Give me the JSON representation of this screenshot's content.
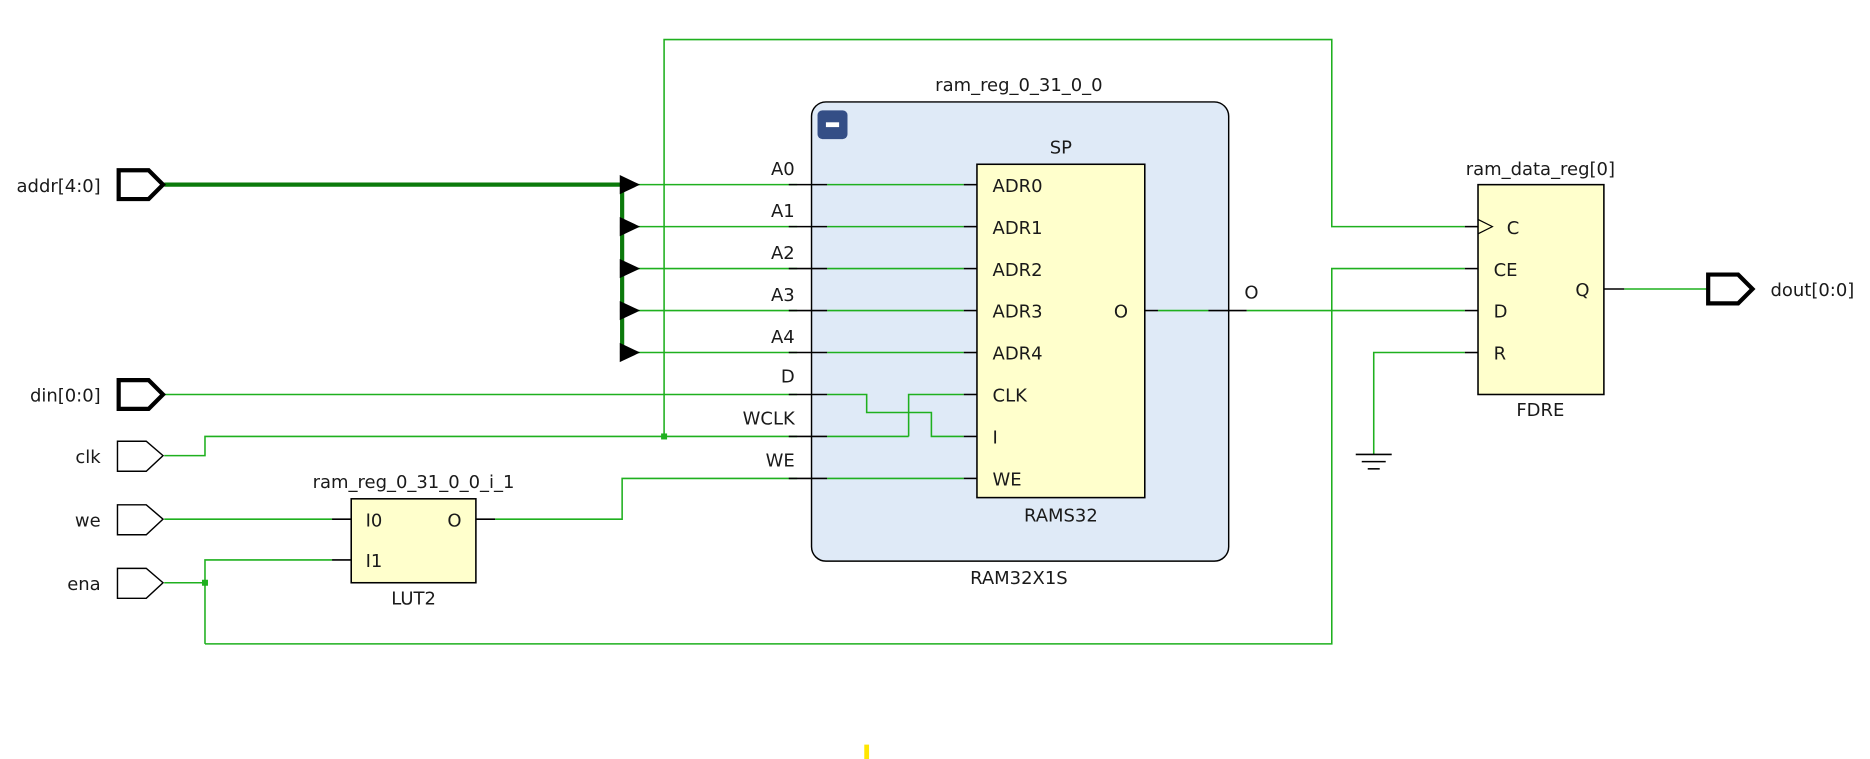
{
  "title": "RAM32X1S schematic",
  "colors": {
    "wire": "#1fb01f",
    "bus": "#0b7a0b",
    "cell_fill": "#ffffcc",
    "hier_fill": "#dfeaf7",
    "collapse_button": "#344e86",
    "marker": "#ffe600"
  },
  "ports": {
    "inputs": [
      {
        "name": "addr[4:0]",
        "bus": true
      },
      {
        "name": "din[0:0]",
        "bus": true
      },
      {
        "name": "clk",
        "bus": false
      },
      {
        "name": "we",
        "bus": false
      },
      {
        "name": "ena",
        "bus": false
      }
    ],
    "outputs": [
      {
        "name": "dout[0:0]",
        "bus": true
      }
    ]
  },
  "hier_cell": {
    "instance": "ram_reg_0_31_0_0",
    "type": "RAM32X1S",
    "collapse_icon": "minus",
    "pins": [
      "A0",
      "A1",
      "A2",
      "A3",
      "A4",
      "D",
      "WCLK",
      "WE"
    ],
    "out_pin": "O"
  },
  "rams32": {
    "title": "SP",
    "type": "RAMS32",
    "pins_in": [
      "ADR0",
      "ADR1",
      "ADR2",
      "ADR3",
      "ADR4",
      "CLK",
      "I",
      "WE"
    ],
    "pin_out": "O"
  },
  "lut": {
    "instance": "ram_reg_0_31_0_0_i_1",
    "type": "LUT2",
    "pins_in": [
      "I0",
      "I1"
    ],
    "pin_out": "O"
  },
  "ff": {
    "instance": "ram_data_reg[0]",
    "type": "FDRE",
    "pins_in": [
      "C",
      "CE",
      "D",
      "R"
    ],
    "pin_out": "Q"
  }
}
